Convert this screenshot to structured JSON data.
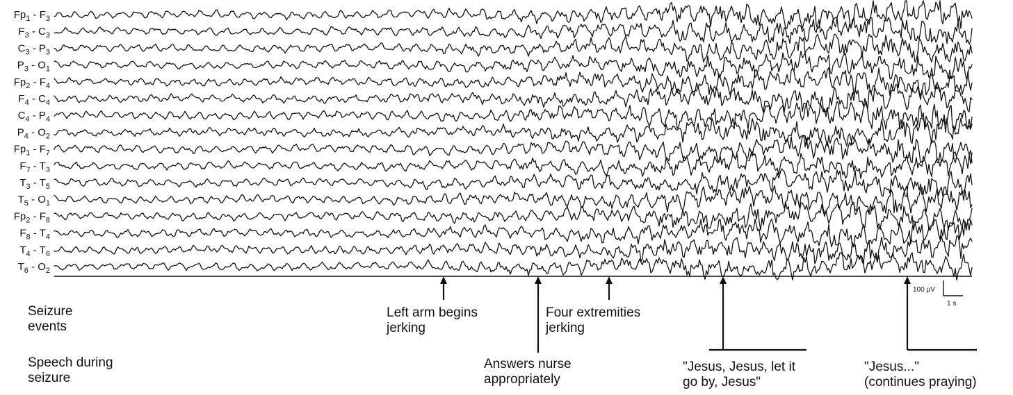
{
  "channels": [
    {
      "a": [
        "Fp",
        "1"
      ],
      "b": [
        "F",
        "3"
      ]
    },
    {
      "a": [
        "F",
        "3"
      ],
      "b": [
        "C",
        "3"
      ]
    },
    {
      "a": [
        "C",
        "3"
      ],
      "b": [
        "P",
        "3"
      ]
    },
    {
      "a": [
        "P",
        "3"
      ],
      "b": [
        "O",
        "1"
      ]
    },
    {
      "a": [
        "Fp",
        "2"
      ],
      "b": [
        "F",
        "4"
      ]
    },
    {
      "a": [
        "F",
        "4"
      ],
      "b": [
        "C",
        "4"
      ]
    },
    {
      "a": [
        "C",
        "4"
      ],
      "b": [
        "P",
        "4"
      ]
    },
    {
      "a": [
        "P",
        "4"
      ],
      "b": [
        "O",
        "2"
      ]
    },
    {
      "a": [
        "Fp",
        "1"
      ],
      "b": [
        "F",
        "7"
      ]
    },
    {
      "a": [
        "F",
        "7"
      ],
      "b": [
        "T",
        "3"
      ]
    },
    {
      "a": [
        "T",
        "3"
      ],
      "b": [
        "T",
        "5"
      ]
    },
    {
      "a": [
        "T",
        "5"
      ],
      "b": [
        "O",
        "1"
      ]
    },
    {
      "a": [
        "Fp",
        "2"
      ],
      "b": [
        "F",
        "8"
      ]
    },
    {
      "a": [
        "F",
        "8"
      ],
      "b": [
        "T",
        "4"
      ]
    },
    {
      "a": [
        "T",
        "4"
      ],
      "b": [
        "T",
        "6"
      ]
    },
    {
      "a": [
        "T",
        "6"
      ],
      "b": [
        "O",
        "2"
      ]
    }
  ],
  "row_headers": {
    "seizure_events": "Seizure\nevents",
    "speech": "Speech during\nseizure"
  },
  "events": [
    {
      "text": "Left arm begins\njerking",
      "row": "events"
    },
    {
      "text": "Four extremities\njerking",
      "row": "events"
    },
    {
      "text": "Answers nurse\nappropriately",
      "row": "speech"
    },
    {
      "text": "\"Jesus, Jesus, let it\ngo by, Jesus\"",
      "row": "speech"
    },
    {
      "text": "\"Jesus...\"\n(continues praying)",
      "row": "speech"
    }
  ],
  "scale_bar": {
    "amplitude": "100 µV",
    "time": "1 s"
  }
}
